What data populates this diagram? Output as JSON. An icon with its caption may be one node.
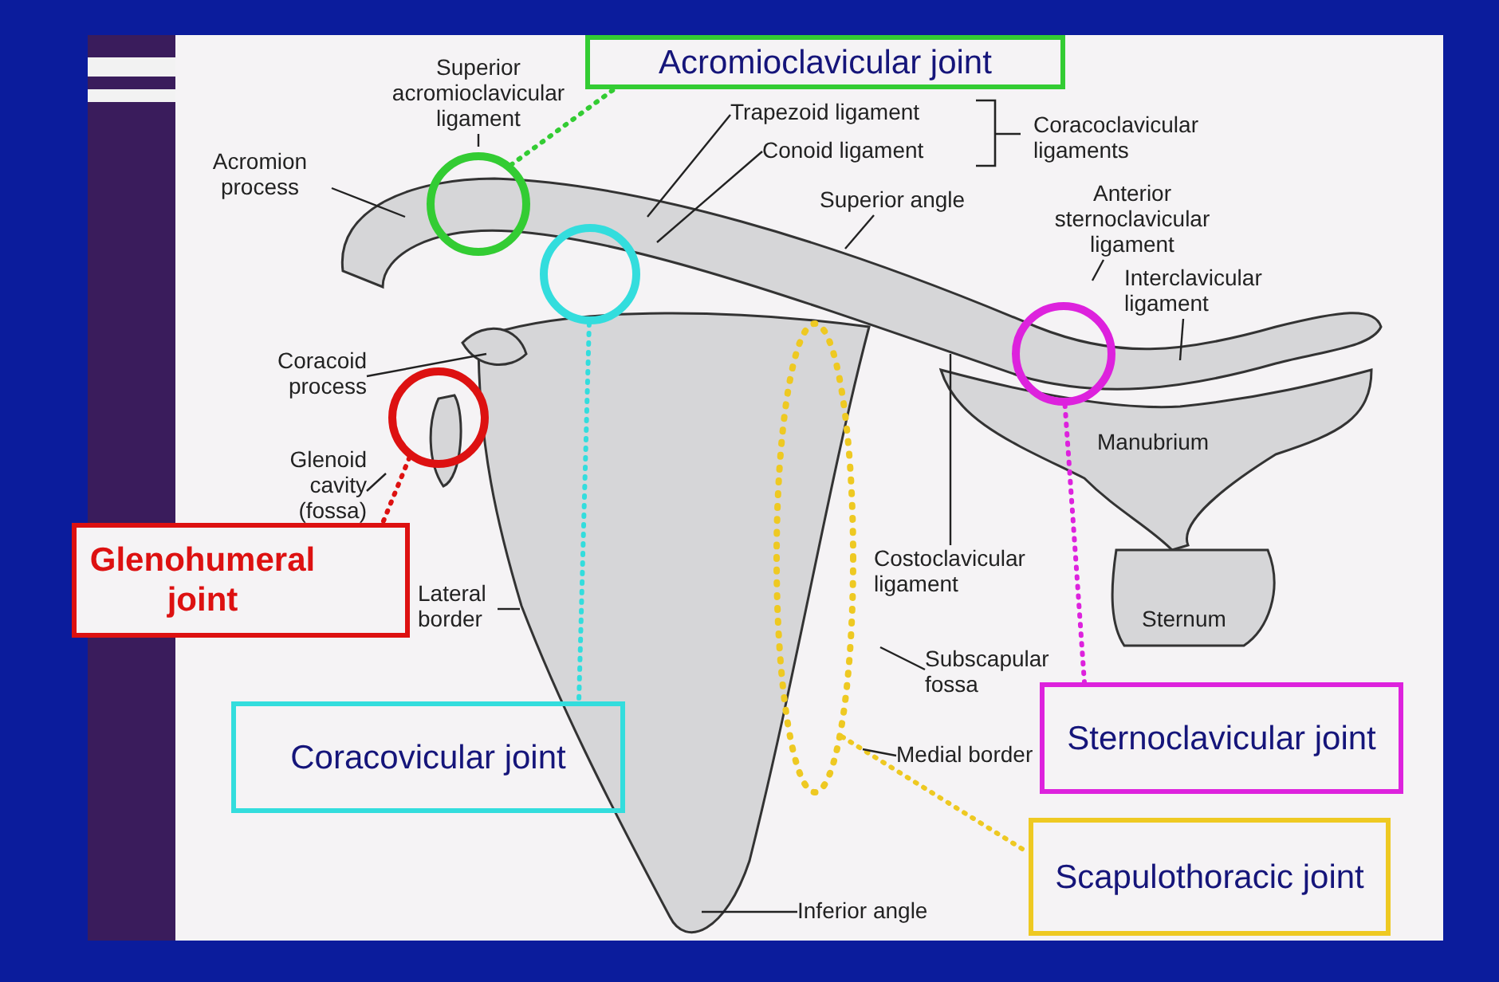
{
  "diagram": {
    "nodes": [
      {
        "text": [
          "Acromioclavicular joint"
        ]
      },
      {
        "text": [],
        "shape": "circle"
      },
      {
        "text": [
          "Superior acromioclavicular ligament"
        ]
      },
      {
        "text": [
          "Acromion process"
        ]
      },
      {
        "text": [
          "Trapezoid ligament"
        ]
      },
      {
        "text": [
          "Conoid ligament"
        ]
      },
      {
        "text": [],
        "shape": "circle"
      },
      {
        "text": [
          "Superior angle"
        ]
      },
      {
        "text": [
          "Anterior sternoclavicular ligament"
        ]
      },
      {
        "text": [
          "Interclavicular ligament"
        ]
      },
      {
        "text": [],
        "shape": "circle"
      },
      {
        "text": [
          "Coracoid process"
        ]
      },
      {
        "text": [],
        "shape": "circle"
      },
      {
        "text": [
          "Glenoid cavity (fossa)"
        ]
      },
      {
        "text": [],
        "shape": "ellipse"
      },
      {
        "text": [
          "Glenohumeral joint"
        ]
      },
      {
        "text": [
          "Lateral border"
        ]
      },
      {
        "text": [
          "Costoclavicular ligament"
        ]
      },
      {
        "text": [
          "Subscapular fossa"
        ]
      },
      {
        "text": [
          "Coracovicular joint"
        ]
      },
      {
        "text": [
          "Sternoclavicular joint"
        ]
      },
      {
        "text": [
          "Medial border"
        ]
      },
      {
        "text": [
          "Scapulothoracic joint"
        ]
      },
      {
        "text": [
          "Inferior angle"
        ]
      }
    ],
    "edges": [
      {
        "from": 1,
        "to": 0,
        "arrow": "none",
        "style": "dashed",
        "color": "#33cc33"
      },
      {
        "from": 2,
        "to": null,
        "arrow": "none"
      },
      {
        "from": 3,
        "to": null,
        "arrow": "none"
      },
      {
        "from": 4,
        "to": null,
        "arrow": "none"
      },
      {
        "from": 5,
        "to": null,
        "arrow": "none"
      },
      {
        "from": 6,
        "to": 19,
        "arrow": "none",
        "style": "dashed",
        "color": "#33dddd"
      },
      {
        "from": 7,
        "to": null,
        "arrow": "none"
      },
      {
        "from": 8,
        "to": null,
        "arrow": "none"
      },
      {
        "from": 9,
        "to": null,
        "arrow": "none"
      },
      {
        "from": 10,
        "to": 20,
        "arrow": "none",
        "style": "dashed",
        "color": "#dd22dd"
      },
      {
        "from": 11,
        "to": null,
        "arrow": "none"
      },
      {
        "from": 12,
        "to": 15,
        "arrow": "none",
        "style": "dashed",
        "color": "#dd1111"
      },
      {
        "from": 13,
        "to": null,
        "arrow": "none"
      },
      {
        "from": 14,
        "to": 22,
        "arrow": "none",
        "style": "dashed",
        "color": "#eec922"
      },
      {
        "from": 16,
        "to": null,
        "arrow": "none"
      },
      {
        "from": 17,
        "to": null,
        "arrow": "none"
      },
      {
        "from": 18,
        "to": null,
        "arrow": "none"
      },
      {
        "from": 21,
        "to": null,
        "arrow": "none"
      },
      {
        "from": 23,
        "to": null,
        "arrow": "none"
      }
    ],
    "labels": [
      "Coracoclavicular ligaments",
      "Manubrium",
      "Sternum"
    ]
  }
}
